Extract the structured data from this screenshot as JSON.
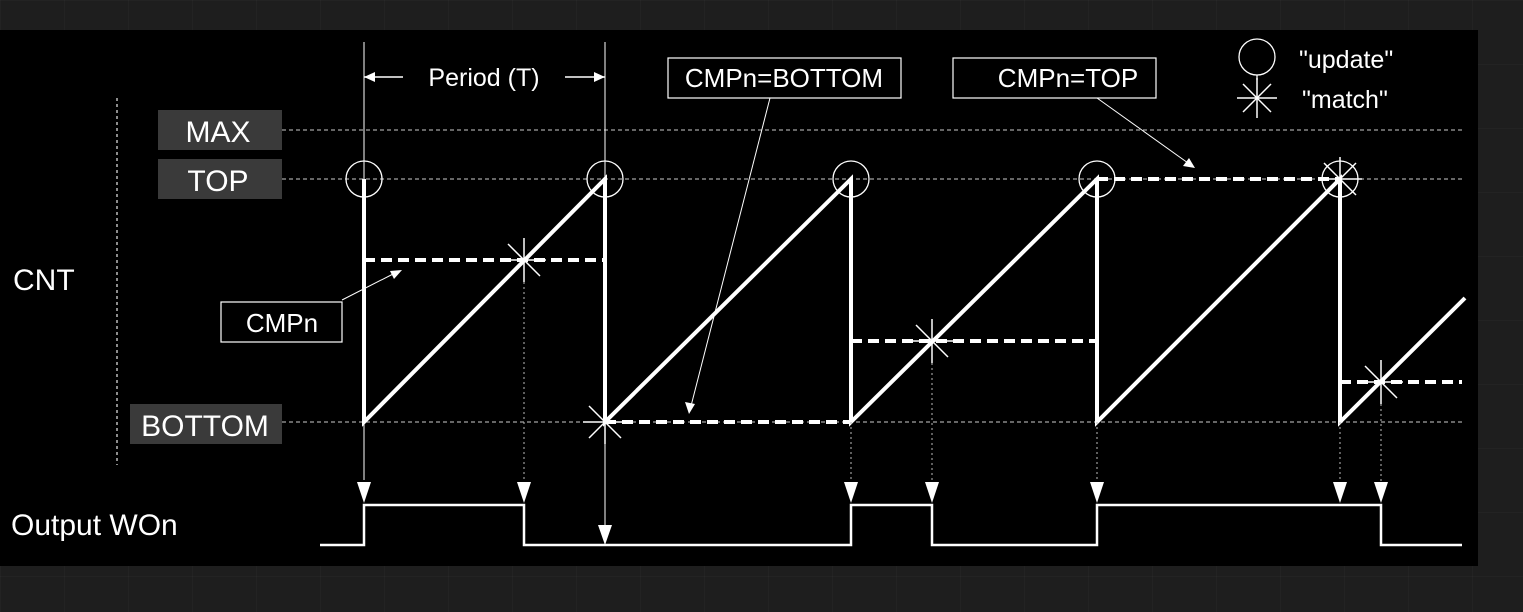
{
  "colors": {
    "background": "#1e1e1e",
    "panel": "#000000",
    "line": "#ffffff",
    "level_box": "#3a3a3a"
  },
  "labels": {
    "cnt": "CNT",
    "output": "Output WOn",
    "period": "Period (T)",
    "cmpn": "CMPn",
    "cmpn_bottom": "CMPn=BOTTOM",
    "cmpn_top": "CMPn=TOP"
  },
  "levels": {
    "max": "MAX",
    "top": "TOP",
    "bottom": "BOTTOM"
  },
  "legend": {
    "update": "\"update\"",
    "match": "\"match\"",
    "update_icon": "circle-icon",
    "match_icon": "asterisk-icon"
  }
}
